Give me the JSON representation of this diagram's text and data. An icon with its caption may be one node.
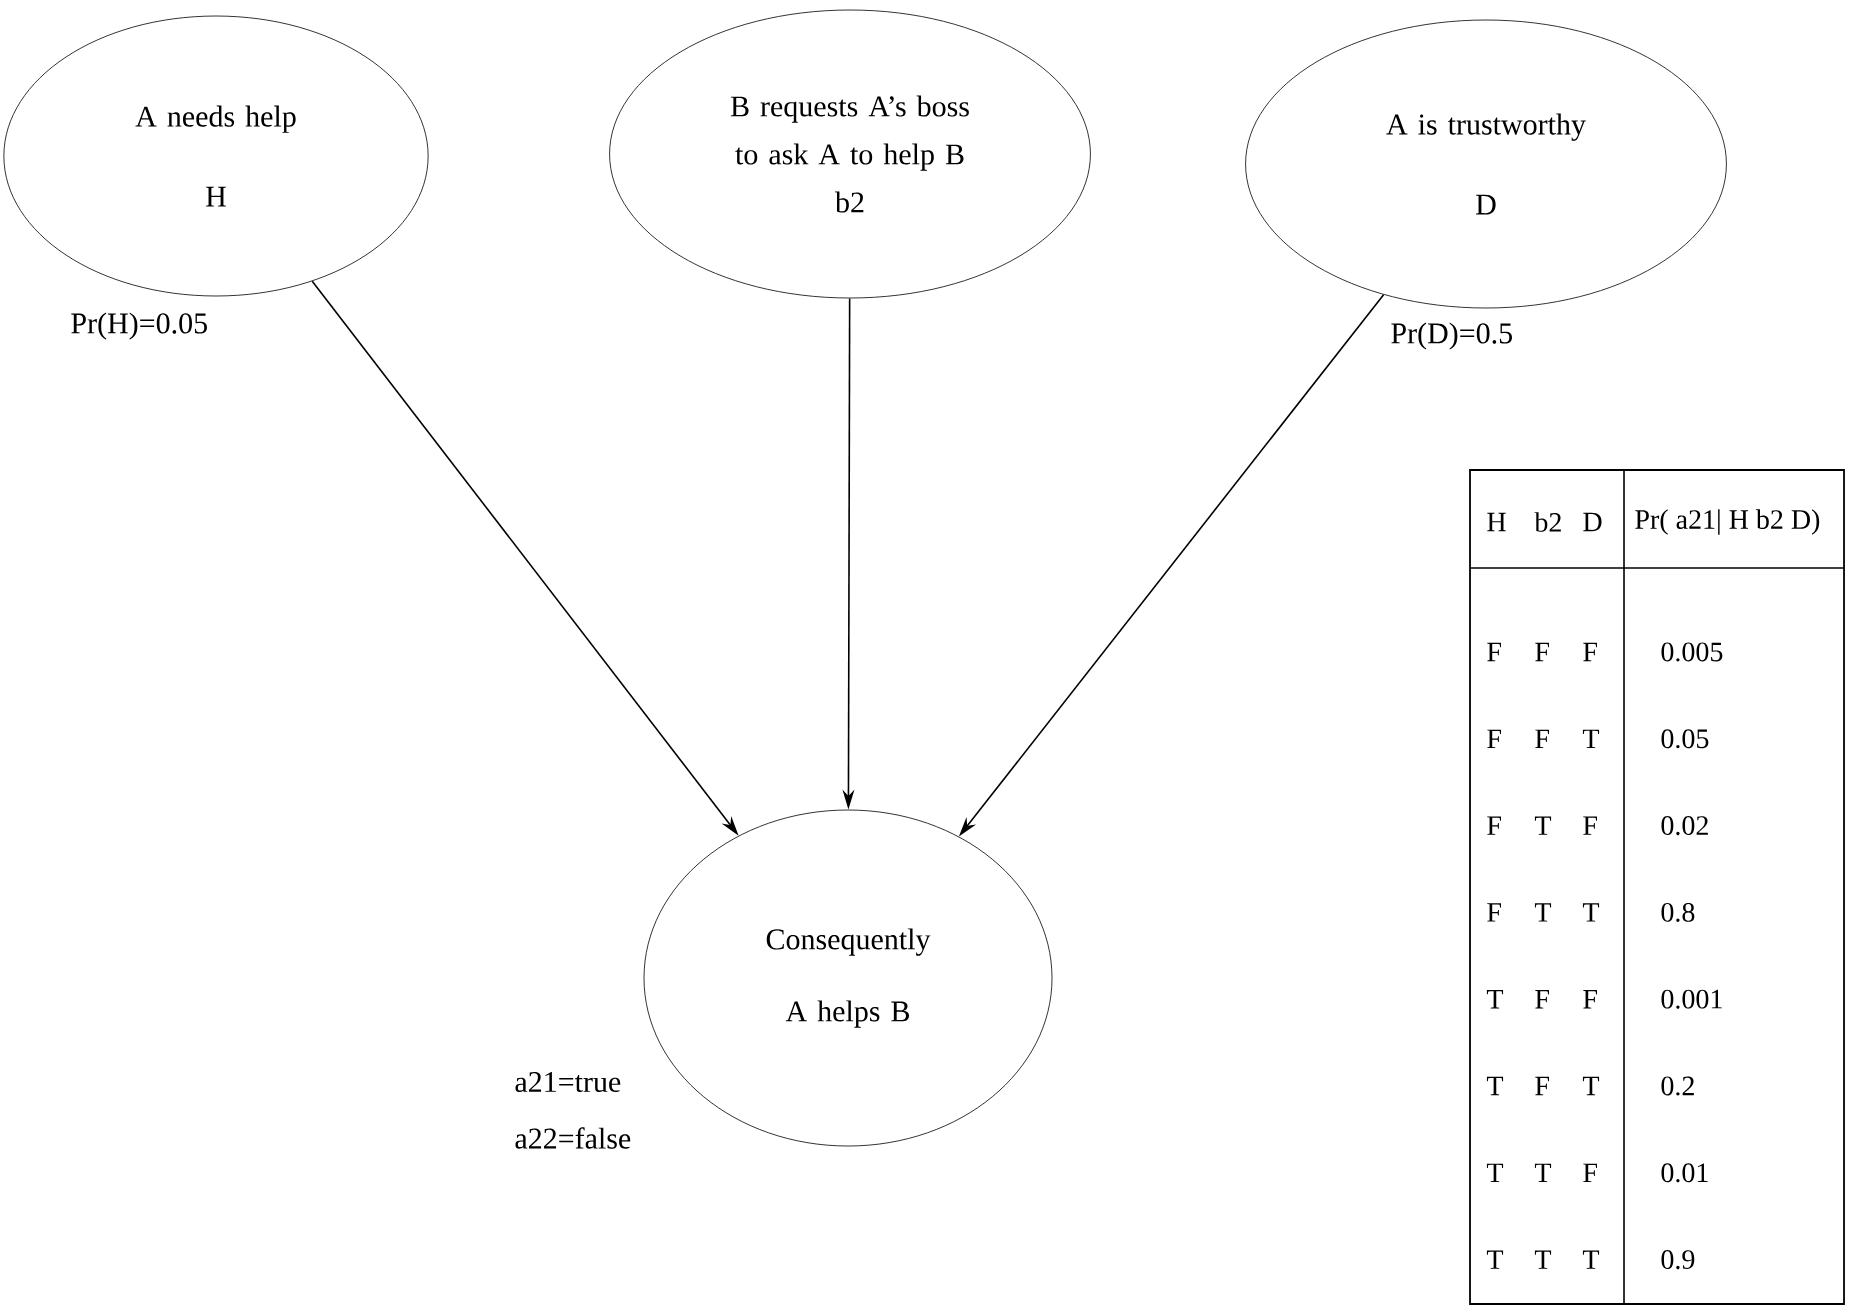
{
  "diagram": {
    "nodes": [
      {
        "text": [
          "A needs help",
          "H"
        ],
        "beside": [
          "Pr(H)=0.05"
        ]
      },
      {
        "text": [
          "B requests A’s boss to ask A to help B",
          "b2"
        ]
      },
      {
        "text": [
          "A is trustworthy",
          "D"
        ],
        "beside": [
          "Pr(D)=0.5"
        ]
      },
      {
        "text": [
          "Consequently A helps B"
        ],
        "beside": [
          "a21=true",
          "a22=false"
        ]
      }
    ],
    "edges": [
      {
        "from": 0,
        "to": 3,
        "arrow": "to"
      },
      {
        "from": 1,
        "to": 3,
        "arrow": "to"
      },
      {
        "from": 2,
        "to": 3,
        "arrow": "to"
      }
    ],
    "labels": [
      "H",
      "b2",
      "D",
      "Pr( a21| H b2 D)",
      "F",
      "F",
      "F",
      "0.005",
      "F",
      "F",
      "T",
      "0.05",
      "F",
      "T",
      "F",
      "0.02",
      "F",
      "T",
      "T",
      "0.8",
      "T",
      "F",
      "F",
      "0.001",
      "T",
      "F",
      "T",
      "0.2",
      "T",
      "T",
      "F",
      "0.01",
      "T",
      "T",
      "T",
      "0.9"
    ]
  }
}
